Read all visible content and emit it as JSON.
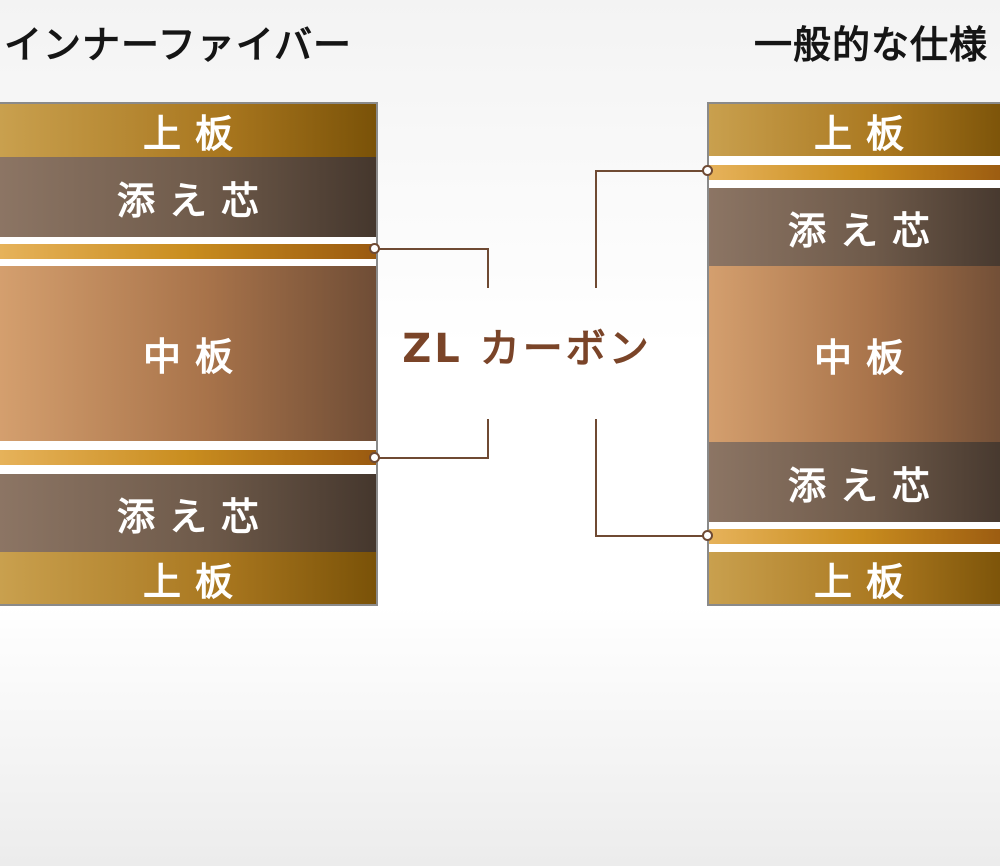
{
  "left_panel": {
    "heading": "インナーファイバー",
    "layers": {
      "top": "上板",
      "binder_upper": "添え芯",
      "middle": "中板",
      "binder_lower": "添え芯",
      "bottom": "上板"
    }
  },
  "right_panel": {
    "heading": "一般的な仕様",
    "layers": {
      "top": "上板",
      "binder_upper": "添え芯",
      "middle": "中板",
      "binder_lower": "添え芯",
      "bottom": "上板"
    }
  },
  "callout": {
    "label": "ZL カーボン"
  },
  "colors": {
    "connector_line": "#6f4a33",
    "label_text": "#7a4428",
    "carbon_stripe": "#c98d1f"
  }
}
